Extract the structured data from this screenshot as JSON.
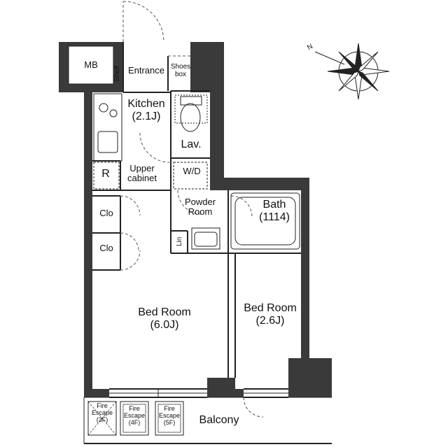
{
  "labels": {
    "mb": "MB",
    "shelf": "Shelf",
    "entrance": "Entrance",
    "shoes_box_1": "Shoes",
    "shoes_box_2": "box",
    "kitchen_1": "Kitchen",
    "kitchen_2": "(2.1J)",
    "lav": "Lav.",
    "r": "R",
    "upper_cabinet_1": "Upper",
    "upper_cabinet_2": "cabinet",
    "wd": "W/D",
    "powder_room_1": "Powder",
    "powder_room_2": "Room",
    "bath_1": "Bath",
    "bath_2": "(1114)",
    "lin": "Lin",
    "clo_1": "Clo",
    "clo_2": "Clo",
    "bedroom_main_1": "Bed Room",
    "bedroom_main_2": "(6.0J)",
    "bedroom_small_1": "Bed Room",
    "bedroom_small_2": "(2.6J)",
    "fire_escape_3f_1": "Fire",
    "fire_escape_3f_2": "Escape",
    "fire_escape_3f_3": "(3F)",
    "fire_escape_4f_1": "Fire",
    "fire_escape_4f_2": "Escape",
    "fire_escape_4f_3": "(4F)",
    "fire_escape_5f_1": "Fire",
    "fire_escape_5f_2": "Escape",
    "fire_escape_5f_3": "(5F)",
    "balcony": "Balcony",
    "compass_n": "N"
  },
  "colors": {
    "wall": "#3a3a3a",
    "line": "#222222",
    "dash": "#555555"
  }
}
